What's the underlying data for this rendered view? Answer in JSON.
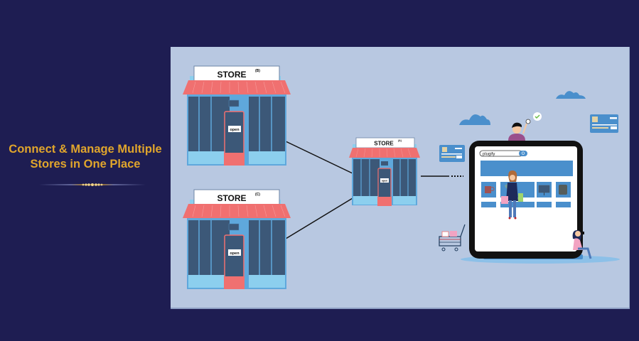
{
  "headline": {
    "line1": "Connect & Manage Multiple",
    "line2": "Stores in One Place"
  },
  "colors": {
    "background": "#1e1d52",
    "headline": "#e0a52c",
    "panel": "#b8c8e1",
    "roof": "#f07070",
    "store_wall": "#5fa8dc",
    "window": "#3c5878",
    "base": "#8ccfee",
    "accent_blue": "#4a8fcc"
  },
  "stores": {
    "b": {
      "label": "STORE",
      "sup": "(B)",
      "sign": "open"
    },
    "c": {
      "label": "STORE",
      "sup": "(C)",
      "sign": "open"
    },
    "a": {
      "label": "STORE",
      "sup": "(A)",
      "sign": "open"
    }
  },
  "ecommerce": {
    "search_text": "plugify",
    "search_icon": "magnifier-icon",
    "products": [
      "mug",
      "t-shirt",
      "monitor",
      "backpack"
    ]
  },
  "icons": {
    "check": "check-icon",
    "cloud": "cloud-icon",
    "card": "credit-card-icon",
    "cart": "shopping-cart-icon"
  }
}
